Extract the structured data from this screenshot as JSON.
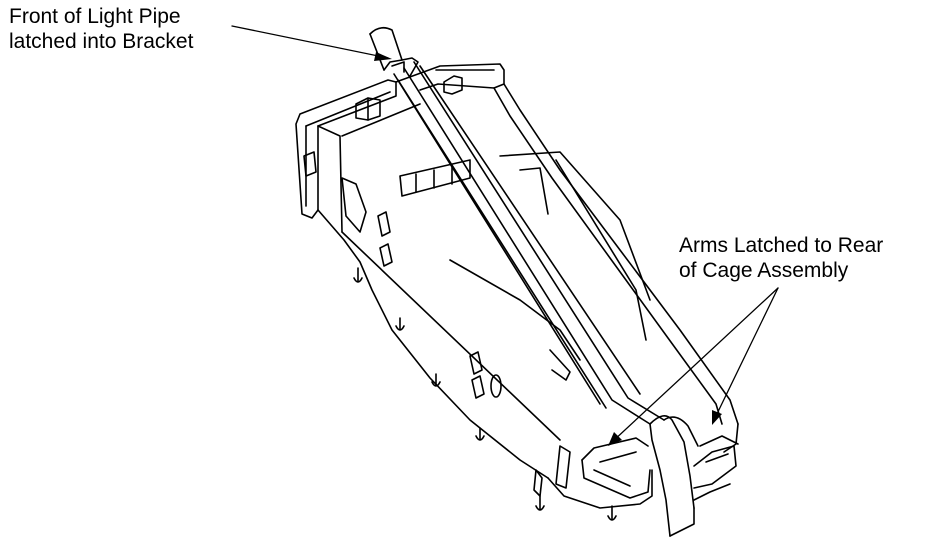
{
  "callouts": {
    "front": {
      "line1": "Front of Light Pipe",
      "line2": "latched into Bracket"
    },
    "arms": {
      "line1": "Arms Latched to Rear",
      "line2": "of Cage Assembly"
    }
  },
  "colors": {
    "stroke": "#000000",
    "background": "#ffffff"
  }
}
